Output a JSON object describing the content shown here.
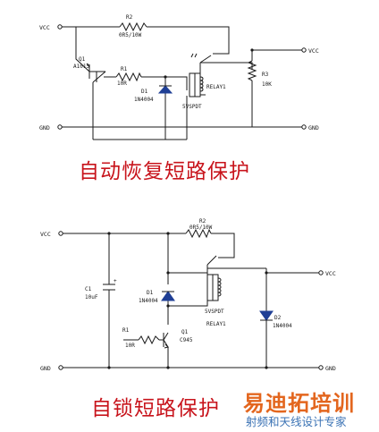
{
  "circuit1": {
    "title": "自动恢复短路保护",
    "vcc_in": "VCC",
    "vcc_out": "VCC",
    "gnd_in": "GND",
    "gnd_out": "GND",
    "r2_ref": "R2",
    "r2_value": "0R5/10W",
    "r1_ref": "R1",
    "r1_value": "10R",
    "r3_ref": "R3",
    "r3_value": "10K",
    "q1_ref": "Q1",
    "q1_value": "A1015",
    "d1_ref": "D1",
    "d1_value": "1N4004",
    "relay_ref": "RELAY1",
    "relay_type": "5VSPDT"
  },
  "circuit2": {
    "title": "自锁短路保护",
    "vcc_in": "VCC",
    "vcc_out": "VCC",
    "gnd_in": "GND",
    "gnd_out": "GND",
    "r2_ref": "R2",
    "r2_value": "0R5/10W",
    "c1_ref": "C1",
    "c1_value": "10uF",
    "c1_plus": "+",
    "d1_ref": "D1",
    "d1_value": "1N4004",
    "relay_type": "5VSPDT",
    "relay_ref": "RELAY1",
    "d2_ref": "D2",
    "d2_value": "1N4004",
    "r1_ref": "R1",
    "r1_value": "10R",
    "q1_ref": "Q1",
    "q1_value": "C945"
  },
  "watermark": {
    "main": "易迪拓培训",
    "sub": "射频和天线设计专家"
  },
  "colors": {
    "wire": "#1a1a1a",
    "diode_fill": "#1f3f95",
    "title": "#c8141c",
    "watermark_main": "#e15a0c",
    "watermark_sub": "#3a72b4"
  }
}
